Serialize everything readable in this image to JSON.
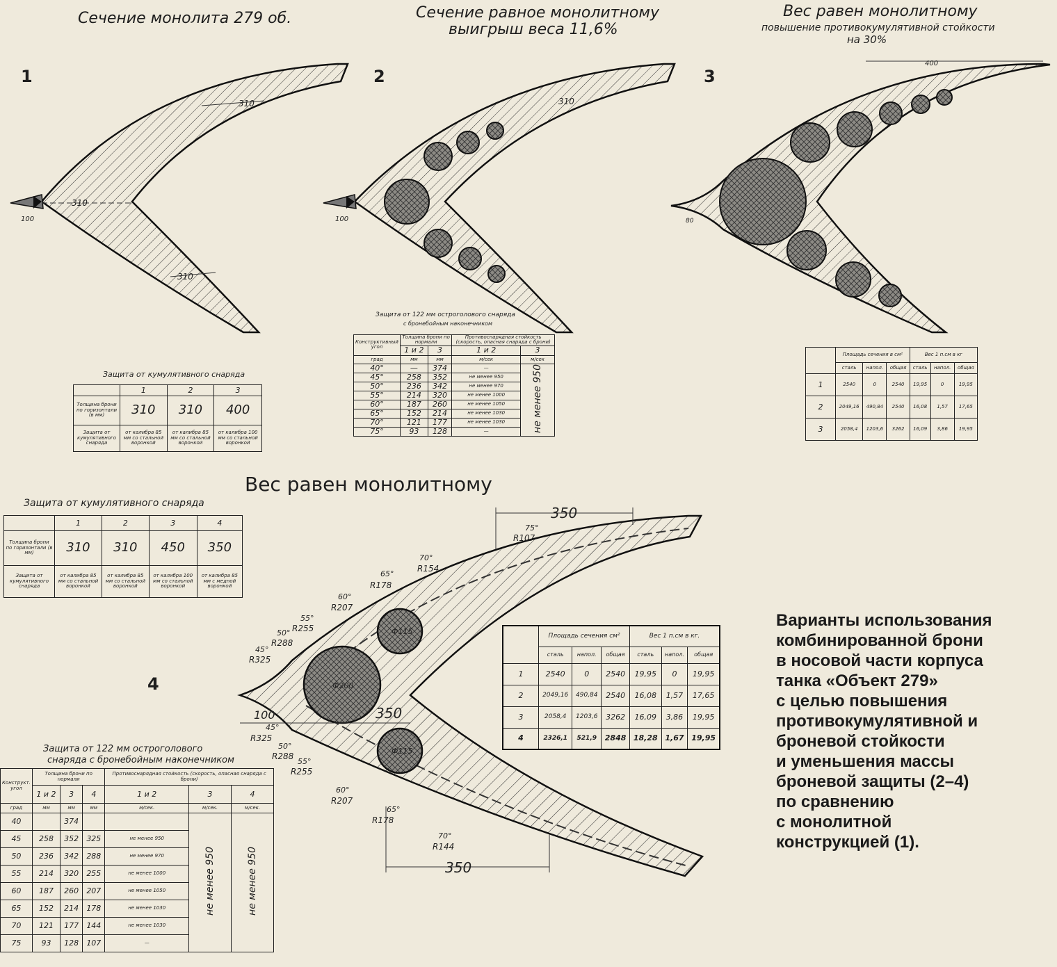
{
  "headings": {
    "fig1_title": "Сечение монолита 279 об.",
    "fig2_title_line1": "Сечение равное монолитному",
    "fig2_title_line2": "выигрыш веса 11,6%",
    "fig3_title_line1": "Вес равен монолитному",
    "fig3_title_line2": "повышение противокумулятивной стойкости",
    "fig3_title_line3": "на 30%",
    "center_title": "Вес равен монолитному"
  },
  "figure_numbers": [
    "1",
    "2",
    "3",
    "4"
  ],
  "dimensions": {
    "fig1": {
      "top": "310",
      "center": "310",
      "bottom": "310",
      "nose": "100"
    },
    "fig2": {
      "top": "310",
      "nose": "100"
    },
    "fig3": {
      "top": "400",
      "nose": "80"
    },
    "fig4": {
      "top": "350",
      "center": "350",
      "bottom": "350",
      "nose": "100",
      "big_hole": "Ф200",
      "small_hole_top": "Ф115",
      "small_hole_bottom": "Ф115"
    }
  },
  "angle_labels_fig4": [
    {
      "angle": "75°",
      "radius": "R107"
    },
    {
      "angle": "70°",
      "radius": "R154"
    },
    {
      "angle": "65°",
      "radius": "R178"
    },
    {
      "angle": "60°",
      "radius": "R207"
    },
    {
      "angle": "55°",
      "radius": "R255"
    },
    {
      "angle": "50°",
      "radius": "R288"
    },
    {
      "angle": "45°",
      "radius": "R325"
    },
    {
      "angle": "45°",
      "radius": "R325"
    },
    {
      "angle": "50°",
      "radius": "R288"
    },
    {
      "angle": "55°",
      "radius": "R255"
    },
    {
      "angle": "60°",
      "radius": "R207"
    },
    {
      "angle": "65°",
      "radius": "R178"
    },
    {
      "angle": "70°",
      "radius": "R144"
    }
  ],
  "table_cumulative_small": {
    "caption": "Защита от кумулятивного снаряда",
    "columns": [
      "",
      "1",
      "2",
      "3"
    ],
    "rows": [
      [
        "Толщина брони по горизонтали (в мм)",
        "310",
        "310",
        "400"
      ],
      [
        "Защита от кумулятивного снаряда",
        "от калибра 85 мм со стальной воронкой",
        "от калибра 85 мм со стальной воронкой",
        "от калибра 100 мм со стальной воронкой"
      ]
    ]
  },
  "table_122_small": {
    "caption_line1": "Защита от 122 мм остроголового снаряда",
    "caption_line2": "с бронебойным наконечником",
    "header": [
      "Конструктивный угол",
      "Толщина брони по нормали",
      "",
      "Противоснарядная стойкость (скорость, опасная снаряда с брони)",
      ""
    ],
    "subheader": [
      "",
      "1 и 2",
      "3",
      "1 и 2",
      "3"
    ],
    "units": [
      "град",
      "мм",
      "мм",
      "м/сек",
      "м/сек"
    ],
    "rows": [
      [
        "40°",
        "—",
        "374",
        "—"
      ],
      [
        "45°",
        "258",
        "352",
        "не менее 950"
      ],
      [
        "50°",
        "236",
        "342",
        "не менее 970"
      ],
      [
        "55°",
        "214",
        "320",
        "не менее 1000"
      ],
      [
        "60°",
        "187",
        "260",
        "не менее 1050"
      ],
      [
        "65°",
        "152",
        "214",
        "не менее 1030"
      ],
      [
        "70°",
        "121",
        "177",
        "не менее 1030"
      ],
      [
        "75°",
        "93",
        "128",
        "—"
      ]
    ],
    "merged_value": "не менее 950"
  },
  "table_weight_small": {
    "header_area": "Площадь сечения в см²",
    "header_weight": "Вес 1 п.см в кг",
    "subheader": [
      "сталь",
      "напол.",
      "общая",
      "сталь",
      "напол.",
      "общая"
    ],
    "rows": [
      [
        "1",
        "2540",
        "0",
        "2540",
        "19,95",
        "0",
        "19,95"
      ],
      [
        "2",
        "2049,16",
        "490,84",
        "2540",
        "16,08",
        "1,57",
        "17,65"
      ],
      [
        "3",
        "2058,4",
        "1203,6",
        "3262",
        "16,09",
        "3,86",
        "19,95"
      ]
    ]
  },
  "table_cumulative_large": {
    "caption": "Защита от кумулятивного снаряда",
    "columns": [
      "",
      "1",
      "2",
      "3",
      "4"
    ],
    "rows": [
      [
        "Толщина брони по горизонтали (в мм)",
        "310",
        "310",
        "450",
        "350"
      ],
      [
        "Защита от кумулятивного снаряда",
        "от калибра 85 мм со стальной воронкой",
        "от калибра 85 мм со стальной воронкой",
        "от калибра 100 мм со стальной воронкой",
        "от калибра 85 мм с медной воронкой"
      ]
    ]
  },
  "table_122_large": {
    "caption_line1": "Защита от 122 мм остроголового",
    "caption_line2": "снаряда с бронебойным наконечником",
    "header": [
      "Конструкт. угол",
      "Толщина брони по нормали",
      "Противоснарядная стойкость (скорость, опасная снаряда с брони)"
    ],
    "subheader": [
      "",
      "1 и 2",
      "3",
      "4",
      "1 и 2",
      "3",
      "4"
    ],
    "units": [
      "град",
      "мм",
      "мм",
      "мм",
      "м/сек.",
      "м/сек.",
      "м/сек."
    ],
    "rows": [
      [
        "40",
        "",
        "374",
        "",
        ""
      ],
      [
        "45",
        "258",
        "352",
        "325",
        "не менее 950"
      ],
      [
        "50",
        "236",
        "342",
        "288",
        "не менее 970"
      ],
      [
        "55",
        "214",
        "320",
        "255",
        "не менее 1000"
      ],
      [
        "60",
        "187",
        "260",
        "207",
        "не менее 1050"
      ],
      [
        "65",
        "152",
        "214",
        "178",
        "не менее 1030"
      ],
      [
        "70",
        "121",
        "177",
        "144",
        "не менее 1030"
      ],
      [
        "75",
        "93",
        "128",
        "107",
        "—"
      ]
    ],
    "merged_value": "не менее 950"
  },
  "table_weight_large": {
    "header_area": "Площадь сечения см²",
    "header_weight": "Вес 1 п.см в кг.",
    "subheader": [
      "сталь",
      "напол.",
      "общая",
      "сталь",
      "напол.",
      "общая"
    ],
    "rows": [
      [
        "1",
        "2540",
        "0",
        "2540",
        "19,95",
        "0",
        "19,95"
      ],
      [
        "2",
        "2049,16",
        "490,84",
        "2540",
        "16,08",
        "1,57",
        "17,65"
      ],
      [
        "3",
        "2058,4",
        "1203,6",
        "3262",
        "16,09",
        "3,86",
        "19,95"
      ],
      [
        "4",
        "2326,1",
        "521,9",
        "2848",
        "18,28",
        "1,67",
        "19,95"
      ]
    ]
  },
  "caption": [
    "Варианты использования",
    "комбинированной брони",
    "в носовой части корпуса",
    "танка «Объект 279»",
    "с целью повышения",
    "противокумулятивной и",
    "броневой стойкости",
    "и уменьшения массы",
    "броневой защиты (2–4)",
    "по сравнению",
    "с монолитной",
    "конструкцией (1)."
  ]
}
